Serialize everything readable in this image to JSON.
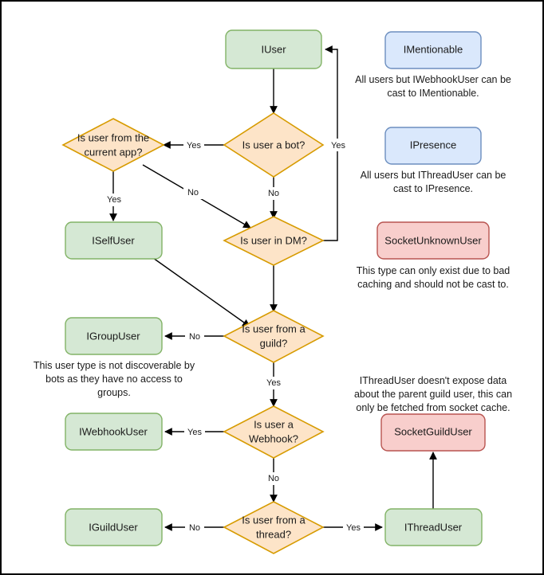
{
  "diagram": {
    "title": "Discord.Net user type cast decision flowchart",
    "colors": {
      "green_fill": "#d5e8d4",
      "green_stroke": "#82b366",
      "blue_fill": "#dae8fc",
      "blue_stroke": "#6c8ebf",
      "red_fill": "#f8cecc",
      "red_stroke": "#b85450",
      "diamond_fill": "#fde4c8",
      "diamond_stroke": "#d79b00",
      "edge": "#000000",
      "text": "#1a1a1a",
      "background": "#ffffff",
      "frame": "#000000"
    },
    "nodes": {
      "iuser": "IUser",
      "is_bot": "Is user a bot?",
      "is_current_app_l1": "Is user from the",
      "is_current_app_l2": "current app?",
      "iselfuser": "ISelfUser",
      "is_dm": "Is user in DM?",
      "igroupuser": "IGroupUser",
      "is_guild_l1": "Is user from a",
      "is_guild_l2": "guild?",
      "iwebhookuser": "IWebhookUser",
      "is_webhook_l1": "Is user a",
      "is_webhook_l2": "Webhook?",
      "iguilduser": "IGuildUser",
      "is_thread_l1": "Is user from a",
      "is_thread_l2": "thread?",
      "ithreaduser": "IThreadUser",
      "imentionable": "IMentionable",
      "ipresence": "IPresence",
      "socketunknownuser": "SocketUnknownUser",
      "socketguilduser": "SocketGuildUser"
    },
    "edge_labels": {
      "bot_yes": "Yes",
      "bot_no": "No",
      "dm_yes": "Yes",
      "current_app_yes": "Yes",
      "current_app_no": "No",
      "guild_no": "No",
      "guild_yes": "Yes",
      "webhook_yes": "Yes",
      "webhook_no": "No",
      "thread_no": "No",
      "thread_yes": "Yes"
    },
    "notes": {
      "mentionable": [
        "All users but IWebhookUser can be",
        "cast to IMentionable."
      ],
      "presence": [
        "All users but IThreadUser can be",
        "cast to IPresence."
      ],
      "unknown_user": [
        "This type can only exist due to bad",
        "caching and should not be cast to."
      ],
      "group_user": [
        "This user type is not discoverable by",
        "bots as they have no access to",
        "groups."
      ],
      "thread_user": [
        "IThreadUser doesn't expose data",
        "about the parent guild user, this can",
        "only be fetched from socket cache."
      ]
    }
  }
}
